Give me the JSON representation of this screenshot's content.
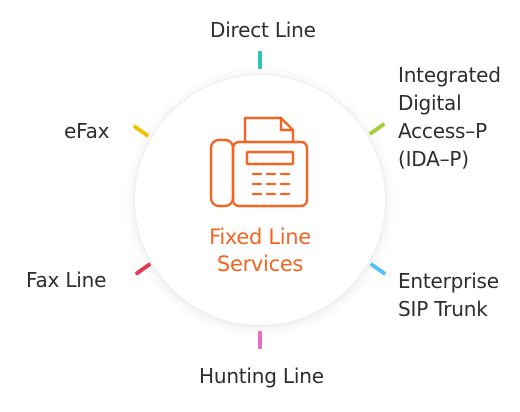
{
  "center": {
    "title_line1": "Fixed Line",
    "title_line2": "Services",
    "icon": "fax-machine-icon",
    "accent_color": "#f26522"
  },
  "services": [
    {
      "lines": [
        "Direct Line"
      ],
      "tick_color": "#2ec4b6"
    },
    {
      "lines": [
        "Integrated",
        "Digital",
        "Access–P",
        "(IDA–P)"
      ],
      "tick_color": "#a6ce39"
    },
    {
      "lines": [
        "Enterprise",
        "SIP Trunk"
      ],
      "tick_color": "#4fc3f7"
    },
    {
      "lines": [
        "Hunting Line"
      ],
      "tick_color": "#e86cc8"
    },
    {
      "lines": [
        "Fax Line"
      ],
      "tick_color": "#e8384f"
    },
    {
      "lines": [
        "eFax"
      ],
      "tick_color": "#f2c200"
    }
  ]
}
